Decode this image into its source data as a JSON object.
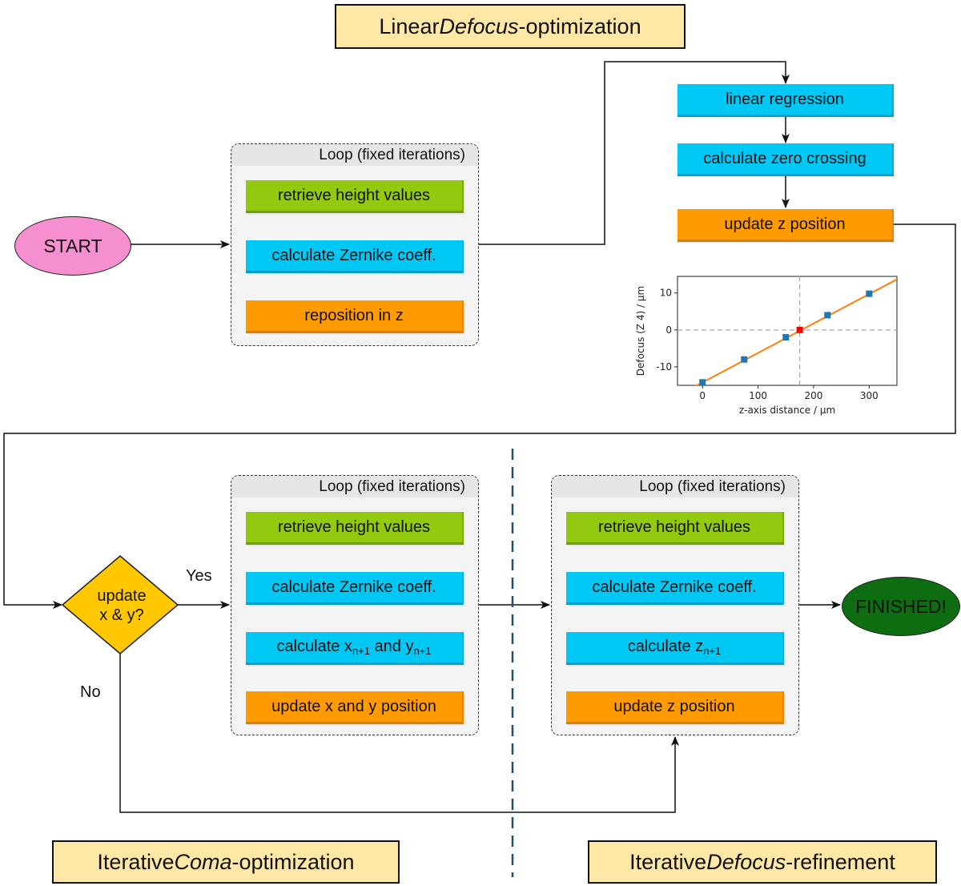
{
  "titles": {
    "linear_defocus": {
      "pre": "Linear ",
      "em": "Defocus",
      "post": "-optimization"
    },
    "iterative_coma": {
      "pre": "Iterative ",
      "em": "Coma",
      "post": "-optimization"
    },
    "iterative_defocus": {
      "pre": "Iterative ",
      "em": "Defocus",
      "post": "-refinement"
    }
  },
  "start": "START",
  "finished": "FINISHED!",
  "loop_header": "Loop (fixed iterations)",
  "loop1": {
    "step1": "retrieve height values",
    "step2": "calculate Zernike coeff.",
    "step3": "reposition in z"
  },
  "linear": {
    "step1": "linear regression",
    "step2": "calculate zero crossing",
    "step3": "update z position"
  },
  "decision": {
    "line1": "update",
    "line2": "x & y?",
    "yes": "Yes",
    "no": "No"
  },
  "loop2": {
    "step1": "retrieve height values",
    "step2": "calculate Zernike coeff.",
    "step3_prefix": "calculate x",
    "step3_sub1": "n+1",
    "step3_mid": " and y",
    "step3_sub2": "n+1",
    "step4": "update x and y position"
  },
  "loop3": {
    "step1": "retrieve height values",
    "step2": "calculate Zernike coeff.",
    "step3_prefix": "calculate z",
    "step3_sub": "n+1",
    "step4": "update z position"
  },
  "colors": {
    "green": "#93c90e",
    "blue": "#00c8f5",
    "orange": "#ff9a00",
    "title_bg": "#ffe8a6",
    "start": "#f58fd0",
    "finished": "#0e6d10",
    "decision": "#ffc800",
    "divider": "#1f4e79"
  },
  "chart_data": {
    "type": "scatter",
    "xlabel": "z-axis distance / µm",
    "ylabel": "Defocus (Z 4) / µm",
    "xlim": [
      -45,
      350
    ],
    "ylim": [
      -15,
      14.5
    ],
    "x_ticks": [
      "0",
      "100",
      "200",
      "300"
    ],
    "y_ticks": [
      "10",
      "0",
      "-10"
    ],
    "points_x": [
      0,
      75,
      150,
      225,
      300
    ],
    "points_y": [
      -14.2,
      -8.0,
      -2.0,
      4.0,
      9.8
    ],
    "fit_line": {
      "x": [
        -45,
        350
      ],
      "y": [
        -17.8,
        13.7
      ]
    },
    "zero_crossing": {
      "x": 175,
      "y": 0
    },
    "point_color": "#1f77b4",
    "fit_color": "#ff7f0e",
    "crossing_color": "#ff0000"
  }
}
